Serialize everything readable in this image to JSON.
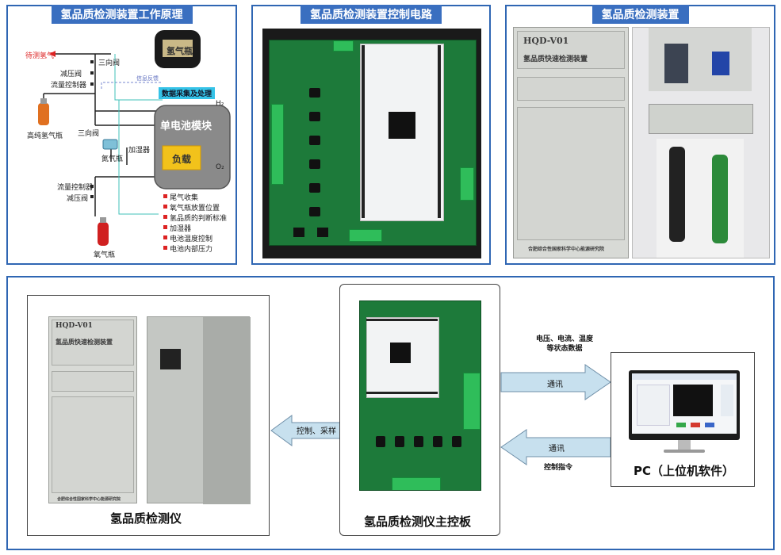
{
  "panels": {
    "principle": {
      "title": "氢品质检测装置工作原理",
      "labels": {
        "sample_h2": "待测氢气",
        "three_way_top": "三向阀",
        "pressure_reducer_top": "减压阀",
        "flow_controller_top": "流量控制器",
        "signal": "信息反馈",
        "hydrogen_tank": "氢气瓶",
        "daq": "数据采集及处理",
        "h2_out": "H₂",
        "high_purity_h2": "高纯氢气瓶",
        "three_way_mid": "三向阀",
        "cell_module": "单电池模块",
        "nitrogen_bottle": "氮气瓶",
        "humidifier": "加湿器",
        "load": "负载",
        "o2_out": "O₂",
        "flow_controller_bottom": "流量控制器",
        "pressure_reducer_bottom": "减压阀",
        "oxygen_bottle": "氧气瓶"
      },
      "legend": [
        "尾气收集",
        "氧气瓶放置位置",
        "氢品质的判断标准",
        "加湿器",
        "电池温度控制",
        "电池内部压力"
      ]
    },
    "circuit": {
      "title": "氢品质检测装置控制电路"
    },
    "device": {
      "title": "氢品质检测装置",
      "model": "HQD-V01",
      "device_name": "氢品质快速检测装置",
      "institute": "合肥综合性国家科学中心能源研究院"
    }
  },
  "system": {
    "instrument": {
      "caption": "氢品质检测仪",
      "model": "HQD-V01",
      "device_name": "氢品质快速检测装置",
      "institute": "合肥综合性国家科学中心能源研究院"
    },
    "mainboard": {
      "caption": "氢品质检测仪主控板"
    },
    "pc": {
      "caption": "PC（上位机软件）"
    },
    "arrow_control": "控制、采样",
    "arrow_upper_note": "电压、电流、温度等状态数据",
    "arrow_upper": "通讯",
    "arrow_lower": "通讯",
    "arrow_lower_note": "控制指令"
  },
  "colors": {
    "panel_border": "#2f66b3",
    "title_bg": "#3a6fc0",
    "arrow_fill": "#c7e0ee",
    "pcb_green": "#1d7a3a",
    "cabinet_gray": "#d8dad6"
  }
}
